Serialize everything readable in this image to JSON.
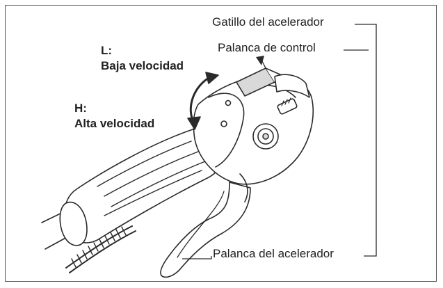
{
  "labels": {
    "throttle_trigger": "Gatillo del acelerador",
    "control_lever": "Palanca de control",
    "throttle_lever": "Palanca del acelerador",
    "low_code": "L:",
    "low_desc": "Baja velocidad",
    "high_code": "H:",
    "high_desc": "Alta velocidad"
  },
  "colors": {
    "line": "#2a2a2a",
    "fill": "#ffffff",
    "shade": "#d9d9d9"
  }
}
